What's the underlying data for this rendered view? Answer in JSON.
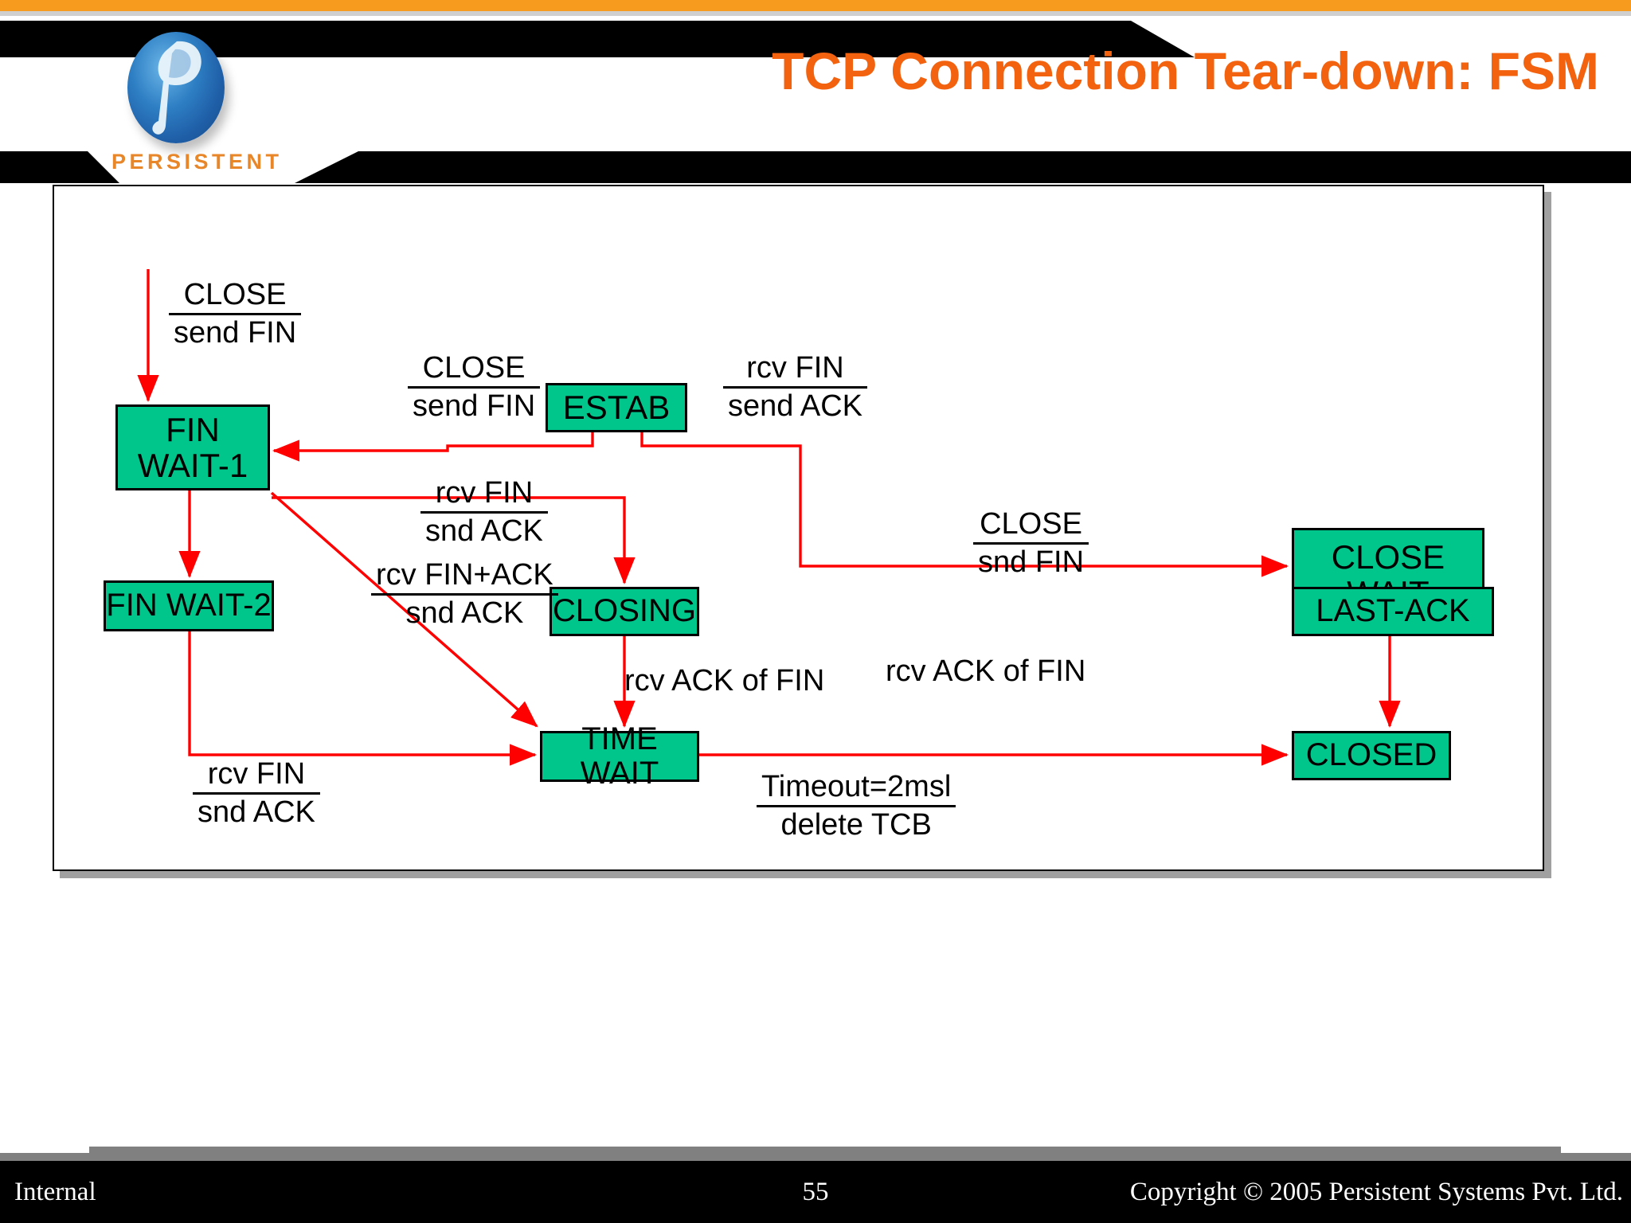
{
  "header": {
    "title": "TCP Connection Tear-down: FSM",
    "logo_text": "PERSISTENT",
    "title_color": "#F2620F",
    "accent_bar_color": "#F79B1E"
  },
  "footer": {
    "left": "Internal",
    "page_number": "55",
    "copyright": "Copyright © 2005 Persistent Systems Pvt. Ltd."
  },
  "diagram": {
    "state_fill": "#00C68C",
    "arrow_color": "#FF0000",
    "states": [
      {
        "id": "estab",
        "label": "ESTAB"
      },
      {
        "id": "finwait1",
        "label": "FIN\nWAIT-1"
      },
      {
        "id": "closewait",
        "label": "CLOSE\nWAIT"
      },
      {
        "id": "finwait2",
        "label": "FIN WAIT-2"
      },
      {
        "id": "closing",
        "label": "CLOSING"
      },
      {
        "id": "lastack",
        "label": "LAST-ACK"
      },
      {
        "id": "timewait",
        "label": "TIME WAIT"
      },
      {
        "id": "closed",
        "label": "CLOSED"
      }
    ],
    "transitions": [
      {
        "id": "close-sendfin-a",
        "event": "CLOSE",
        "action": "send FIN",
        "from": "start",
        "to": "finwait1"
      },
      {
        "id": "close-sendfin-b",
        "event": "CLOSE",
        "action": "send FIN",
        "from": "estab",
        "to": "finwait1"
      },
      {
        "id": "rcvfin-sendack",
        "event": "rcv FIN",
        "action": "send ACK",
        "from": "estab",
        "to": "closewait"
      },
      {
        "id": "rcvfin-sndack",
        "event": "rcv FIN",
        "action": "snd ACK",
        "from": "finwait1",
        "to": "closing"
      },
      {
        "id": "rcvfinack",
        "event": "rcv FIN+ACK",
        "action": "snd ACK",
        "from": "finwait1",
        "to": "timewait"
      },
      {
        "id": "close-sndfin",
        "event": "CLOSE",
        "action": "snd FIN",
        "from": "closewait",
        "to": "lastack"
      },
      {
        "id": "rcvackfin-mid",
        "event": "rcv ACK of FIN",
        "action": "",
        "from": "closing",
        "to": "timewait"
      },
      {
        "id": "rcvackfin-right",
        "event": "rcv ACK of FIN",
        "action": "",
        "from": "lastack",
        "to": "closed"
      },
      {
        "id": "rcvfin-sndack2",
        "event": "rcv FIN",
        "action": "snd ACK",
        "from": "finwait2",
        "to": "timewait"
      },
      {
        "id": "timeout",
        "event": "Timeout=2msl",
        "action": "delete TCB",
        "from": "timewait",
        "to": "closed"
      }
    ]
  }
}
